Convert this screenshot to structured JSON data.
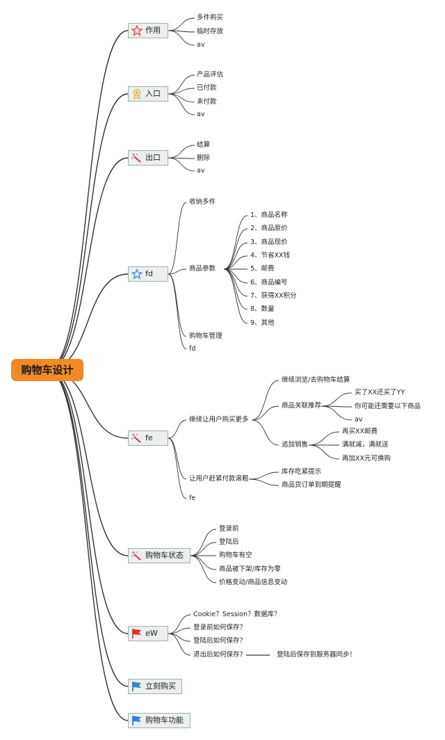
{
  "root": {
    "label": "购物车设计"
  },
  "branches": [
    {
      "label": "作用",
      "icon": "star-outline-icon",
      "items": [
        {
          "label": "多件购买"
        },
        {
          "label": "临时存放"
        },
        {
          "label": "av"
        }
      ]
    },
    {
      "label": "入口",
      "icon": "award-ribbon-icon",
      "items": [
        {
          "label": "产品评估"
        },
        {
          "label": "已付款"
        },
        {
          "label": "未付款"
        },
        {
          "label": "av"
        }
      ]
    },
    {
      "label": "出口",
      "icon": "magic-wand-icon",
      "items": [
        {
          "label": "结算"
        },
        {
          "label": "删除"
        },
        {
          "label": "av"
        }
      ]
    },
    {
      "label": "fd",
      "icon": "star-blue-icon",
      "items": [
        {
          "label": "收纳多件"
        },
        {
          "label": "商品参数",
          "items": [
            {
              "label": "1、商品名称"
            },
            {
              "label": "2、商品原价"
            },
            {
              "label": "3、商品现价"
            },
            {
              "label": "4、节省XX钱"
            },
            {
              "label": "5、邮费"
            },
            {
              "label": "6、商品编号"
            },
            {
              "label": "7、获得XX积分"
            },
            {
              "label": "8、数量"
            },
            {
              "label": "9、其他"
            }
          ]
        },
        {
          "label": "购物车管理"
        },
        {
          "label": "fd"
        }
      ]
    },
    {
      "label": "fe",
      "icon": "magic-wand-icon",
      "items": [
        {
          "label": "继续让用户购买更多",
          "items": [
            {
              "label": "继续浏览/去购物车结算"
            },
            {
              "label": "商品关联推荐",
              "items": [
                {
                  "label": "买了XX还买了YY"
                },
                {
                  "label": "你可能还需要以下商品"
                },
                {
                  "label": "av"
                }
              ]
            },
            {
              "label": "追加销售",
              "items": [
                {
                  "label": "再买XX邮费"
                },
                {
                  "label": "满就减，满就送"
                },
                {
                  "label": "再加XX元可换购"
                }
              ]
            }
          ]
        },
        {
          "label": "让用户赶紧付款滚粗",
          "items": [
            {
              "label": "库存吃紧提示"
            },
            {
              "label": "商品货订单到期提醒"
            }
          ]
        },
        {
          "label": "fe"
        }
      ]
    },
    {
      "label": "购物车状态",
      "icon": "magic-wand-icon",
      "items": [
        {
          "label": "登录前"
        },
        {
          "label": "登陆后"
        },
        {
          "label": "购物车有空"
        },
        {
          "label": "商品被下架/库存为零"
        },
        {
          "label": "价格变动/商品信息变动"
        }
      ]
    },
    {
      "label": "eW",
      "icon": "red-flag-icon",
      "items": [
        {
          "label": "Cookie？Session？数据库？"
        },
        {
          "label": "登录前如何保存？"
        },
        {
          "label": "登陆后如何保存？"
        },
        {
          "label": "退出后如何保存?",
          "items": [
            {
              "label": "登陆后保存到服务器同步！"
            }
          ]
        }
      ]
    },
    {
      "label": "立刻购买",
      "icon": "blue-flag-icon",
      "items": []
    },
    {
      "label": "购物车功能",
      "icon": "blue-flag-icon",
      "items": []
    }
  ]
}
